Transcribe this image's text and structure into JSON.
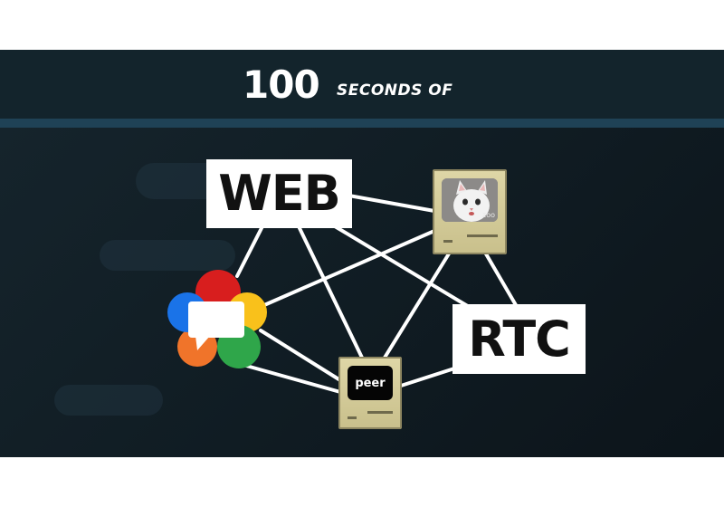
{
  "header": {
    "title_number": "100",
    "title_words": "SECONDS OF"
  },
  "diagram": {
    "word_web": "WEB",
    "word_rtc": "RTC",
    "computer_top_screen": "zoo",
    "computer_bottom_screen": "peer"
  },
  "colors": {
    "background": "#111d24",
    "header_rule": "#1f4256",
    "line": "#ffffff",
    "logo_red": "#d81e1e",
    "logo_yellow": "#f9c11b",
    "logo_green": "#2fa64a",
    "logo_blue": "#1a73e8",
    "logo_orange": "#f0742a",
    "computer_beige": "#d6cd9a"
  },
  "icons": [
    "webrtc-logo-icon",
    "chat-bubble-icon",
    "retro-computer-icon",
    "kitten-image"
  ]
}
